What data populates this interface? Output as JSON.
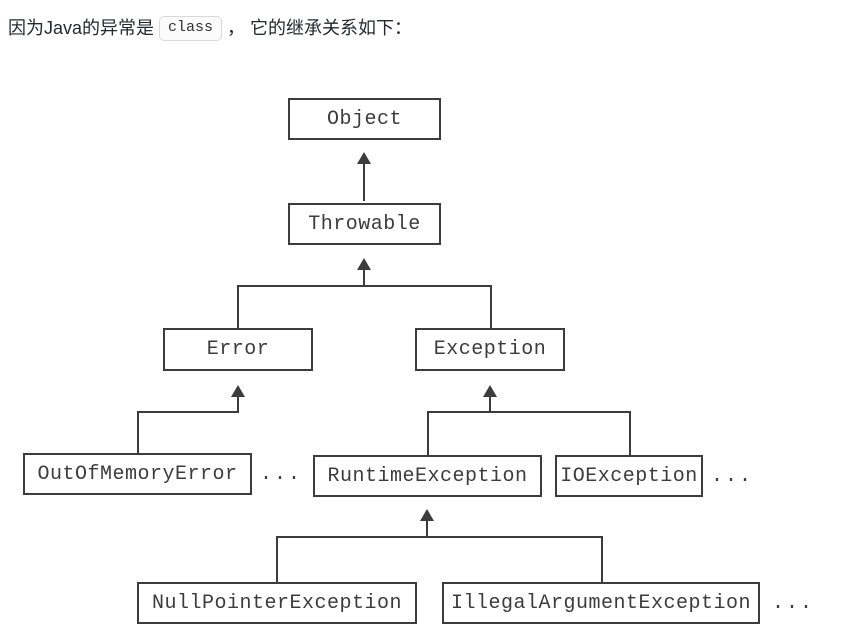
{
  "heading": {
    "text_before_code": "因为Java的异常是",
    "code_label": "class",
    "text_after_code": "， 它的继承关系如下："
  },
  "colors": {
    "diagram_line": "#3c3c3c",
    "node_text": "#3c3c3c",
    "heading_text": "#25292e",
    "code_chip_bg": "#fbfbfb",
    "code_chip_border": "#d9d9d9"
  },
  "diagram": {
    "ellipsis": "...",
    "nodes": {
      "object": {
        "label": "Object"
      },
      "throwable": {
        "label": "Throwable"
      },
      "error": {
        "label": "Error"
      },
      "exception": {
        "label": "Exception"
      },
      "out_of_memory_error": {
        "label": "OutOfMemoryError"
      },
      "runtime_exception": {
        "label": "RuntimeException"
      },
      "io_exception": {
        "label": "IOException"
      },
      "null_pointer_exception": {
        "label": "NullPointerException"
      },
      "illegal_argument_exception": {
        "label": "IllegalArgumentException"
      }
    }
  }
}
